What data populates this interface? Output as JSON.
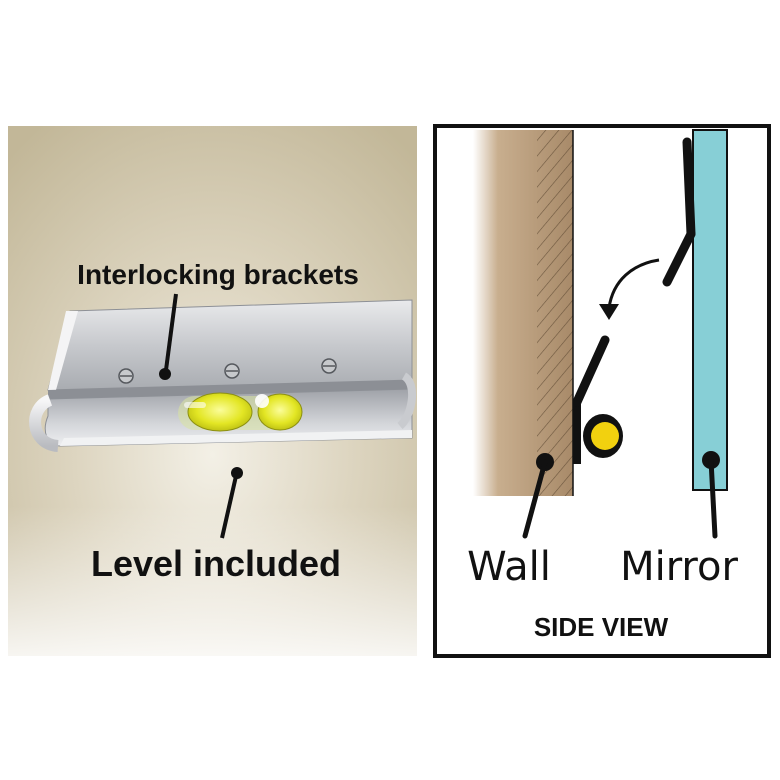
{
  "left_panel": {
    "label_top": "Interlocking brackets",
    "label_bottom": "Level included"
  },
  "right_panel": {
    "label_wall": "Wall",
    "label_mirror": "Mirror",
    "caption": "SIDE VIEW"
  },
  "colors": {
    "background_warm": "#c9bfa6",
    "wall": "#a88a69",
    "mirror": "#87cfd6",
    "level_bubble": "#e6ea2a",
    "frame": "#111111"
  }
}
